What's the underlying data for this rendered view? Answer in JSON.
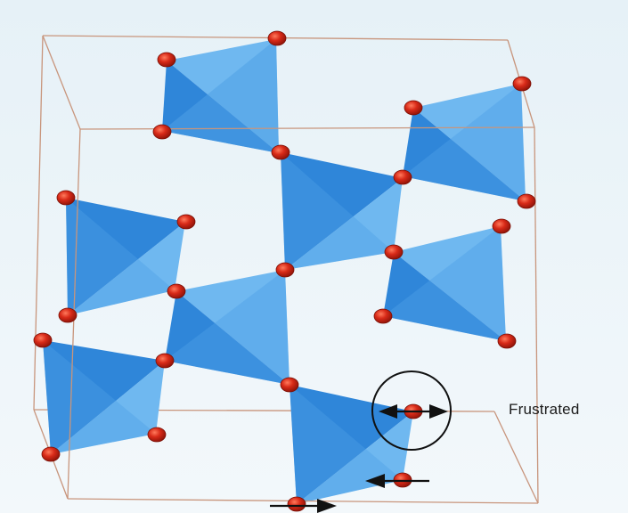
{
  "annotation": {
    "label": "Frustrated"
  },
  "colors": {
    "background_top": "#e6f1f7",
    "background_bottom": "#f3f8fb",
    "box_edge": "#c8957c",
    "tetra_dark": "#2f86d9",
    "tetra_mid": "#4ea0e6",
    "tetra_light": "#6fb8f0",
    "atom_fill": "#d82a18",
    "atom_edge": "#7a1006",
    "arrow": "#111111",
    "circle": "#111111"
  },
  "icons": {
    "spin_arrow": "double-headed-arrow",
    "atom": "red-sphere"
  }
}
